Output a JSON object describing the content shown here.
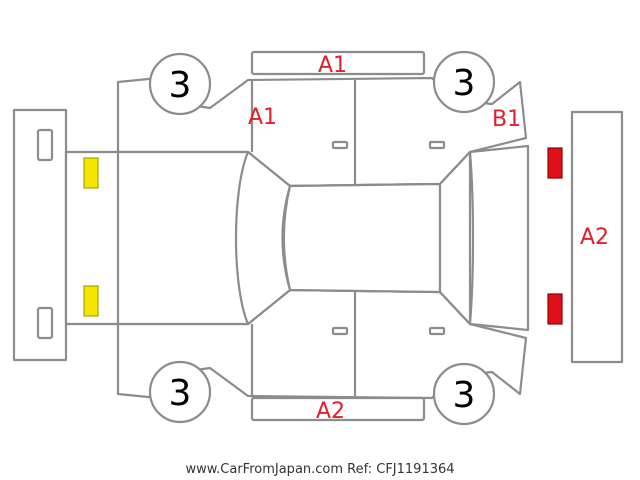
{
  "tire_grades": [
    "3",
    "3",
    "3",
    "3"
  ],
  "damage_labels": {
    "top_panel": "A1",
    "front_door_left": "A1",
    "rear_quarter_left": "B1",
    "rear_bumper": "A2",
    "bottom_panel": "A2"
  },
  "footer": "www.CarFromJapan.com Ref: CFJ1191364",
  "colors": {
    "outline": "#8c8c8c",
    "damage_text": "#e0202a",
    "front_lamp": "#f2e600",
    "rear_lamp": "#e0101a"
  }
}
